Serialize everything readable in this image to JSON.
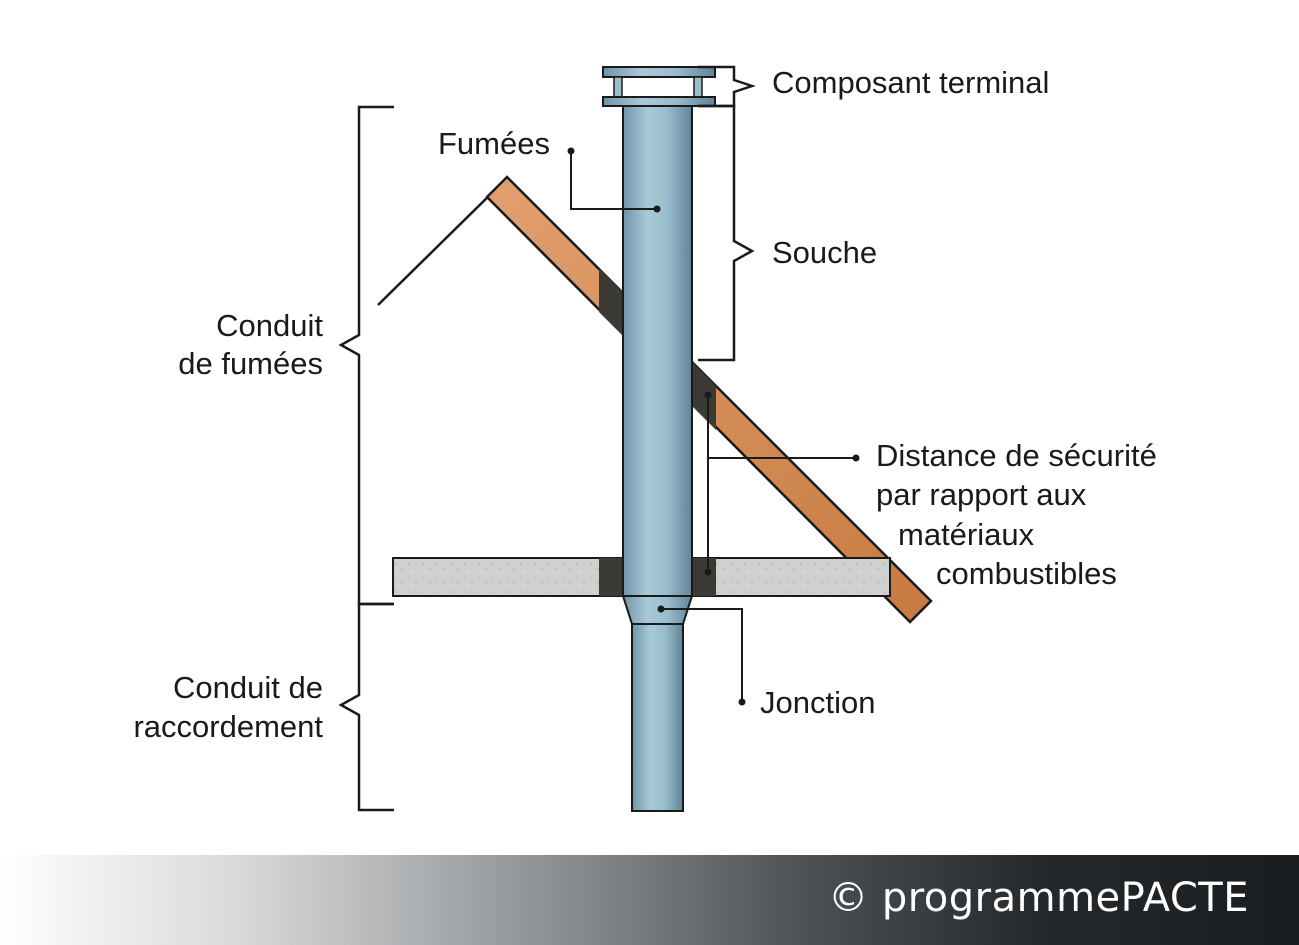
{
  "labels": {
    "composant_terminal": "Composant terminal",
    "fumees": "Fumées",
    "souche": "Souche",
    "conduit_fumees_1": "Conduit",
    "conduit_fumees_2": "de fumées",
    "distance_1": "Distance de sécurité",
    "distance_2": "par rapport aux",
    "distance_3": "matériaux",
    "distance_4": "combustibles",
    "conduit_racc_1": "Conduit de",
    "conduit_racc_2": "raccordement",
    "jonction": "Jonction"
  },
  "footer": {
    "copyright": "© programmePACTE"
  },
  "colors": {
    "pipe": "#8fb3c5",
    "pipe_dark": "#2f4a58",
    "wood": "#d68a52",
    "floor": "#cfd1cf",
    "insulation": "#3c3a35"
  }
}
